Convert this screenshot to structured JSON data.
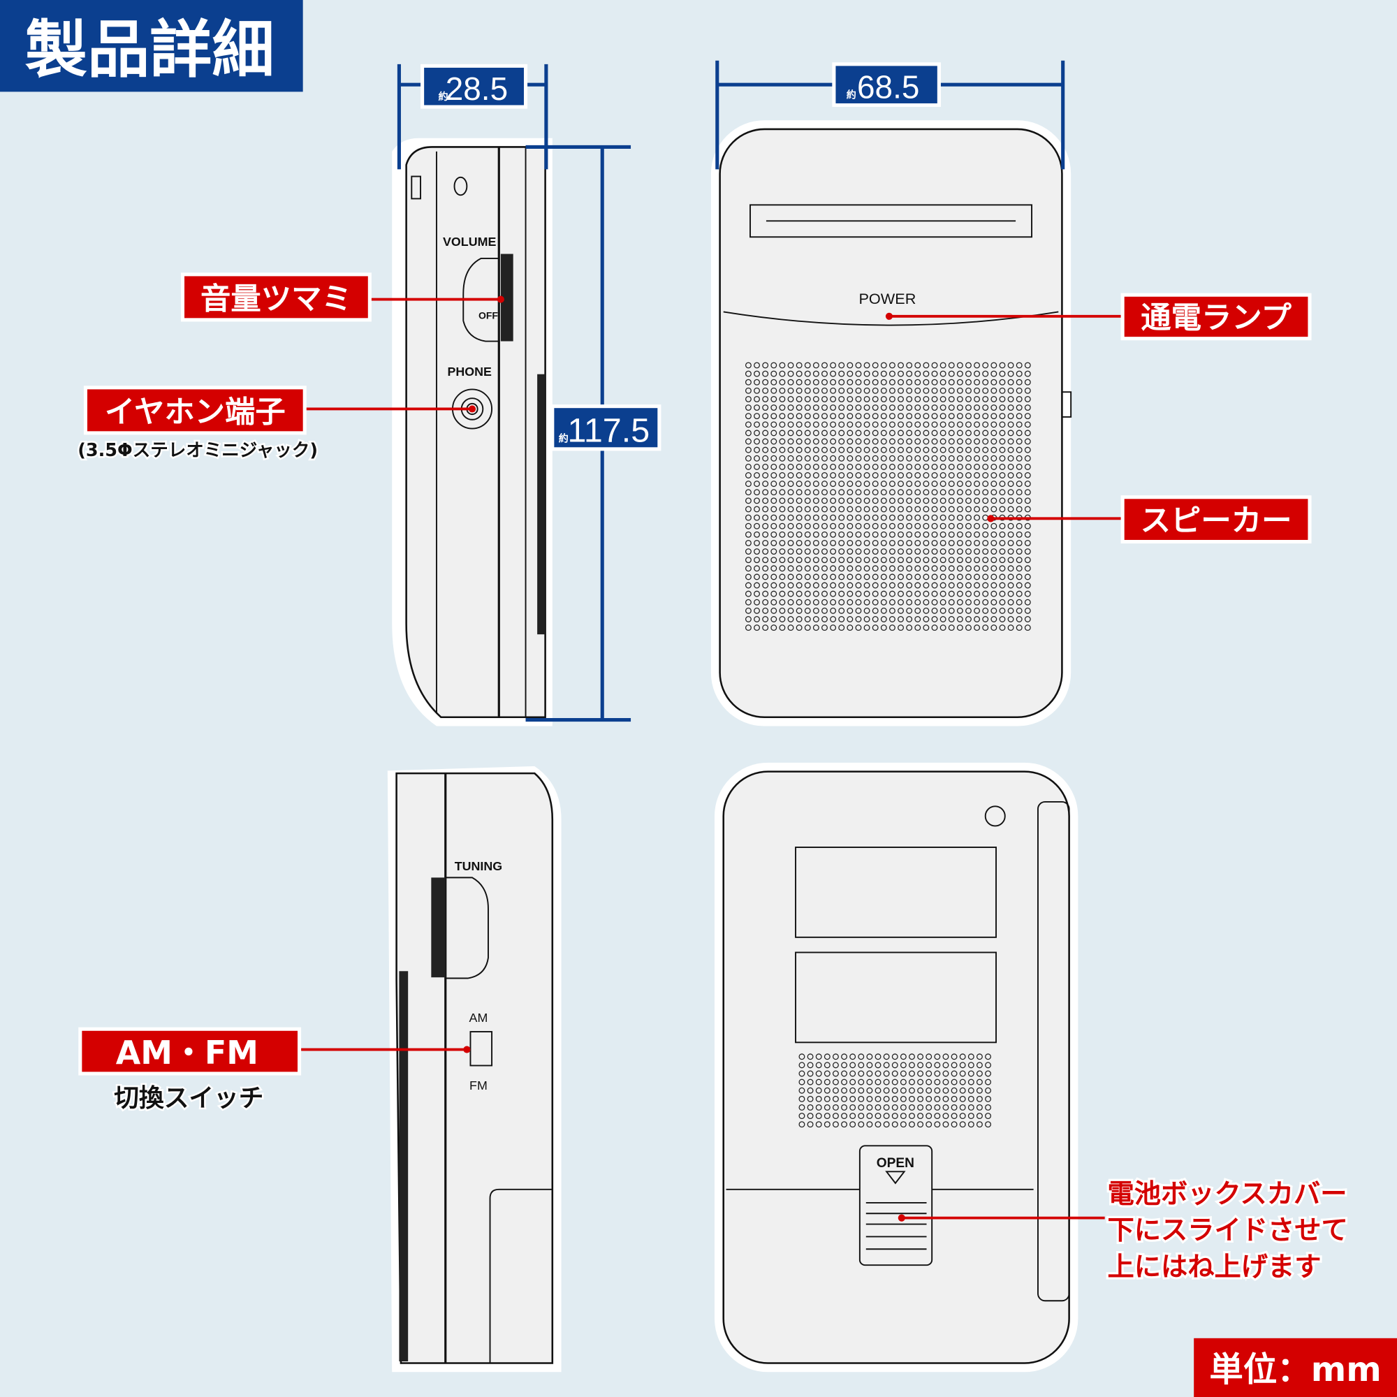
{
  "title": "製品詳細",
  "dimensions": {
    "depth": {
      "prefix": "約",
      "value": "28.5"
    },
    "width": {
      "prefix": "約",
      "value": "68.5"
    },
    "height": {
      "prefix": "約",
      "value": "117.5"
    }
  },
  "device_markings": {
    "volume": "VOLUME",
    "off": "OFF",
    "phone": "PHONE",
    "power": "POWER",
    "tuning": "TUNING",
    "am": "AM",
    "fm": "FM",
    "open": "OPEN"
  },
  "callouts": {
    "volume_knob": "音量ツマミ",
    "earphone_jack": "イヤホン端子",
    "earphone_jack_note": "(3.5Φステレオミニジャック)",
    "power_lamp": "通電ランプ",
    "speaker": "スピーカー",
    "band_switch": "AM・FM",
    "band_switch_note": "切換スイッチ",
    "battery_cover": [
      "電池ボックスカバー",
      "下にスライドさせて",
      "上にはね上げます"
    ]
  },
  "unit_label": "単位：mm",
  "colors": {
    "blue": "#0b3f8f",
    "red": "#d40000",
    "background": "#e1ecf2"
  }
}
